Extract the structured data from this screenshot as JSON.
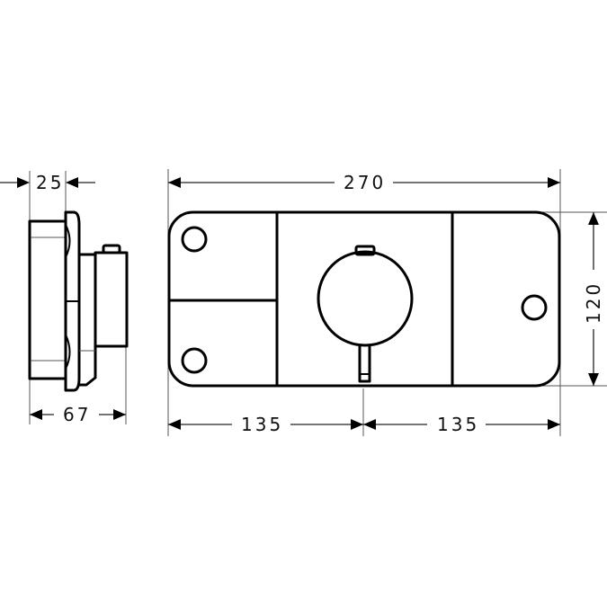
{
  "drawing": {
    "type": "technical-dimension-drawing",
    "subject": "concealed thermostat trim plate (front and side views)",
    "units": "mm",
    "stroke_color": "#000000",
    "background": "#ffffff"
  },
  "side_view": {
    "dimensions": {
      "plate_depth": "25",
      "total_depth": "67"
    }
  },
  "front_view": {
    "dimensions": {
      "overall_width": "270",
      "height": "120",
      "left_half_width": "135",
      "right_half_width": "135"
    },
    "modules": [
      {
        "name": "left-module",
        "buttons": 2,
        "split": "horizontal"
      },
      {
        "name": "center-module",
        "control": "thermostat-knob"
      },
      {
        "name": "right-module",
        "buttons": 1
      }
    ]
  }
}
